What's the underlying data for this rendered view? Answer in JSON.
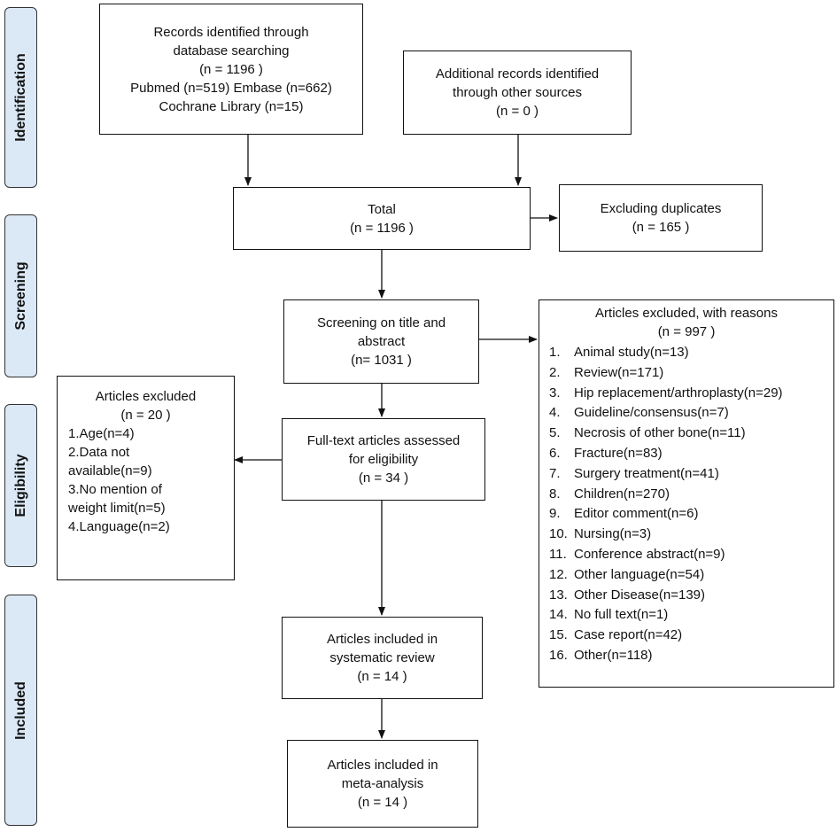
{
  "stages": [
    {
      "label": "Identification"
    },
    {
      "label": "Screening"
    },
    {
      "label": "Eligibility"
    },
    {
      "label": "Included"
    }
  ],
  "boxes": {
    "database_search": {
      "lines": [
        "Records identified through",
        "database searching",
        "(n = 1196 )",
        "Pubmed (n=519) Embase (n=662)",
        "Cochrane Library (n=15)"
      ]
    },
    "other_sources": {
      "lines": [
        "Additional records identified",
        "through other sources",
        "(n = 0  )"
      ]
    },
    "total": {
      "lines": [
        "Total",
        "(n = 1196 )"
      ]
    },
    "duplicates": {
      "lines": [
        "Excluding duplicates",
        "(n = 165 )"
      ]
    },
    "screening": {
      "lines": [
        "Screening on title and",
        "abstract",
        "(n= 1031 )"
      ]
    },
    "excluded_reasons": {
      "title": "Articles excluded, with reasons",
      "count": "(n = 997 )",
      "items": [
        {
          "num": "1.",
          "text": "Animal study(n=13)"
        },
        {
          "num": "2.",
          "text": "Review(n=171)"
        },
        {
          "num": "3.",
          "text": "Hip replacement/arthroplasty(n=29)"
        },
        {
          "num": "4.",
          "text": "Guideline/consensus(n=7)"
        },
        {
          "num": "5.",
          "text": "Necrosis of other bone(n=11)"
        },
        {
          "num": "6.",
          "text": "Fracture(n=83)"
        },
        {
          "num": "7.",
          "text": "Surgery treatment(n=41)"
        },
        {
          "num": "8.",
          "text": "Children(n=270)"
        },
        {
          "num": "9.",
          "text": "Editor comment(n=6)"
        },
        {
          "num": "10.",
          "text": "Nursing(n=3)"
        },
        {
          "num": "11.",
          "text": "Conference abstract(n=9)"
        },
        {
          "num": "12.",
          "text": "Other language(n=54)"
        },
        {
          "num": "13.",
          "text": "Other Disease(n=139)"
        },
        {
          "num": "14.",
          "text": "No full text(n=1)"
        },
        {
          "num": "15.",
          "text": "Case report(n=42)"
        },
        {
          "num": "16.",
          "text": "Other(n=118)"
        }
      ]
    },
    "fulltext_excluded": {
      "title": "Articles excluded",
      "count": "(n = 20  )",
      "items": [
        "1.Age(n=4)",
        "2.Data not",
        "available(n=9)",
        "3.No mention of",
        "weight limit(n=5)",
        "4.Language(n=2)"
      ]
    },
    "fulltext": {
      "lines": [
        "Full-text articles assessed",
        "for eligibility",
        "(n = 34 )"
      ]
    },
    "systematic_review": {
      "lines": [
        "Articles included in",
        "systematic review",
        "(n = 14  )"
      ]
    },
    "meta_analysis": {
      "lines": [
        "Articles included in",
        "meta-analysis",
        "(n =  14 )"
      ]
    }
  }
}
